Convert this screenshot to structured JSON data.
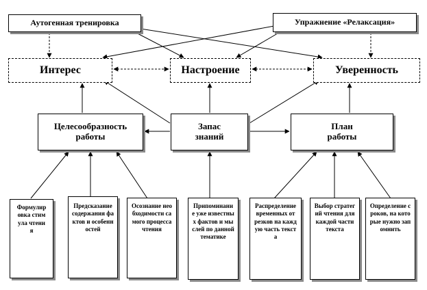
{
  "top": {
    "autogenic": "Аутогенная тренировка",
    "relaxation": "Упражнение «Релаксация»"
  },
  "states": {
    "interest": "Интерес",
    "mood": "Настроение",
    "confidence": "Уверенность"
  },
  "middle": {
    "expediency": "Целесообразность работы",
    "knowledge": "Запас знаний",
    "plan": "План работы"
  },
  "leaves": {
    "formulation": "Формулировка стимула чтения",
    "prediction": "Предсказание содержания фактов и особенностей",
    "awareness": "Осознание необходимости самого процесса чтения",
    "recall": "Припоминание уже известных фактов и мыслей по данной тематике",
    "distribution": "Распределение временных отрезков на каждую часть текста",
    "strategy": "Выбор стратегий чтения для каждой части текста",
    "deadlines": "Определение сроков, на которые нужно запомнить"
  }
}
